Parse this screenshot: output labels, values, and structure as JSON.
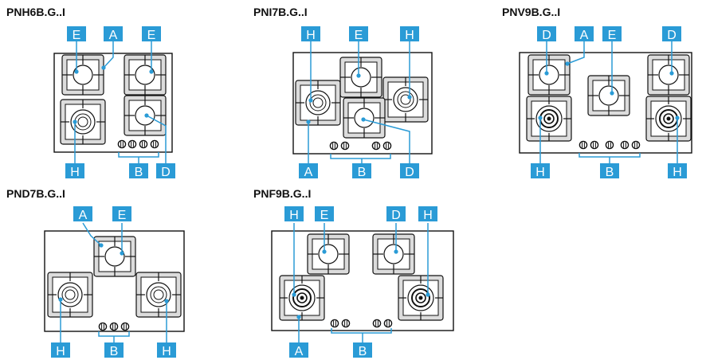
{
  "models": {
    "pnh6b": "PNH6B.G..I",
    "pni7b": "PNI7B.G..I",
    "pnv9b": "PNV9B.G..I",
    "pnd7b": "PND7B.G..I",
    "pnf9b": "PNF9B.G..I"
  },
  "labels": {
    "A": "A",
    "B": "B",
    "D": "D",
    "E": "E",
    "H": "H"
  },
  "colors": {
    "accent": "#2a9bd6",
    "hob_outline": "#111111",
    "grate": "#dcdcdc",
    "knob": "#111111"
  }
}
